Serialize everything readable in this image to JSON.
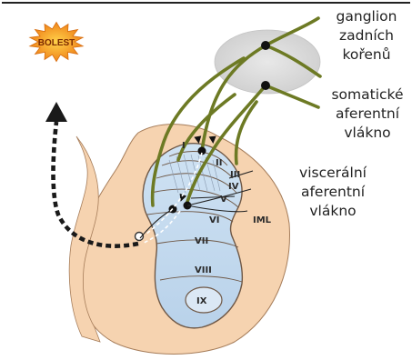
{
  "labels": {
    "pain": "BOLEST",
    "ganglion": [
      "ganglion",
      "zadních",
      "kořenů"
    ],
    "somatic": [
      "somatické",
      "aferentní",
      "vlákno"
    ],
    "visceral": [
      "viscerální",
      "aferentní",
      "vlákno"
    ],
    "iml": "IML"
  },
  "laminae": [
    "I",
    "II",
    "III",
    "IV",
    "V",
    "VI",
    "VII",
    "VIII",
    "IX"
  ],
  "colors": {
    "gray_matter_light": "#c9def0",
    "white_matter": "#f6d3b0",
    "outline": "#6f5846",
    "nerve_fiber": "#6d7a24",
    "ganglion": "#d7d7d7",
    "starburst": "#f28d20",
    "pathway_arrow": "#1a1a1a"
  },
  "icons": {
    "pain": "starburst-icon",
    "pathway": "dashed-arrow-up-icon"
  }
}
